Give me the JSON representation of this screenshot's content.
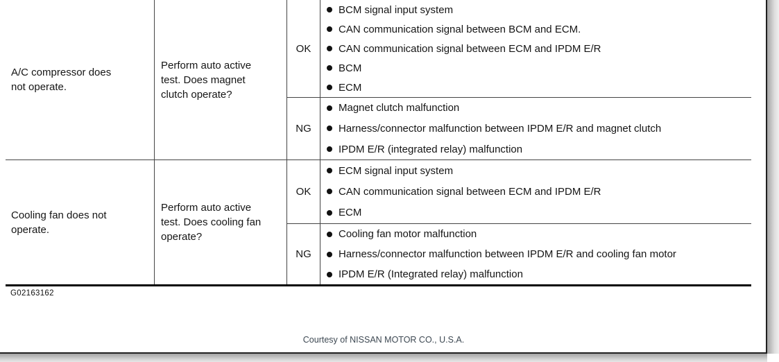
{
  "page": {
    "figure_id": "G02163162",
    "courtesy": "Courtesy of NISSAN MOTOR CO., U.S.A."
  },
  "colors": {
    "text": "#151515",
    "thin_line": "#444444",
    "thick_line": "#000000",
    "courtesy_text": "#3d4852",
    "page_background": "#ffffff"
  },
  "table": {
    "rows": [
      {
        "symptom": "A/C compressor does\nnot operate.",
        "check": "Perform auto active\ntest. Does magnet\nclutch operate?",
        "results": [
          {
            "verdict": "OK",
            "items": [
              "BCM signal input system",
              "CAN communication signal between BCM and ECM.",
              "CAN communication signal between ECM and IPDM E/R",
              "BCM",
              "ECM"
            ]
          },
          {
            "verdict": "NG",
            "items": [
              "Magnet clutch malfunction",
              "Harness/connector malfunction between IPDM E/R and magnet clutch",
              "IPDM E/R (integrated relay) malfunction"
            ]
          }
        ]
      },
      {
        "symptom": "Cooling fan does not\noperate.",
        "check": "Perform auto active\ntest. Does cooling fan\noperate?",
        "results": [
          {
            "verdict": "OK",
            "items": [
              "ECM signal input system",
              "CAN communication signal between ECM and IPDM E/R",
              "ECM"
            ]
          },
          {
            "verdict": "NG",
            "items": [
              "Cooling fan motor malfunction",
              "Harness/connector malfunction between IPDM E/R and cooling fan motor",
              "IPDM E/R (Integrated relay) malfunction"
            ]
          }
        ]
      }
    ]
  }
}
